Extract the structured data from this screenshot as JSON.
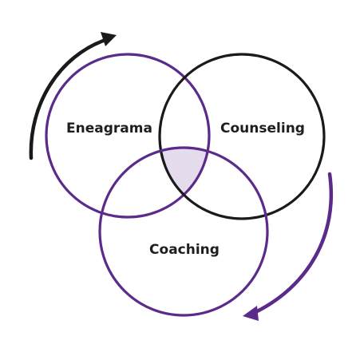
{
  "diagram": {
    "type": "venn",
    "circles": [
      {
        "id": "eneagrama",
        "label": "Eneagrama",
        "stroke": "#5b2b8c"
      },
      {
        "id": "counseling",
        "label": "Counseling",
        "stroke": "#1a1a1a"
      },
      {
        "id": "coaching",
        "label": "Coaching",
        "stroke": "#5b2b8c"
      }
    ],
    "overlap_fill": "#e4dced",
    "arrows": [
      {
        "name": "top-left-arrow",
        "color": "#1a1a1a",
        "direction": "clockwise"
      },
      {
        "name": "bottom-right-arrow",
        "color": "#5b2b8c",
        "direction": "clockwise"
      }
    ]
  }
}
